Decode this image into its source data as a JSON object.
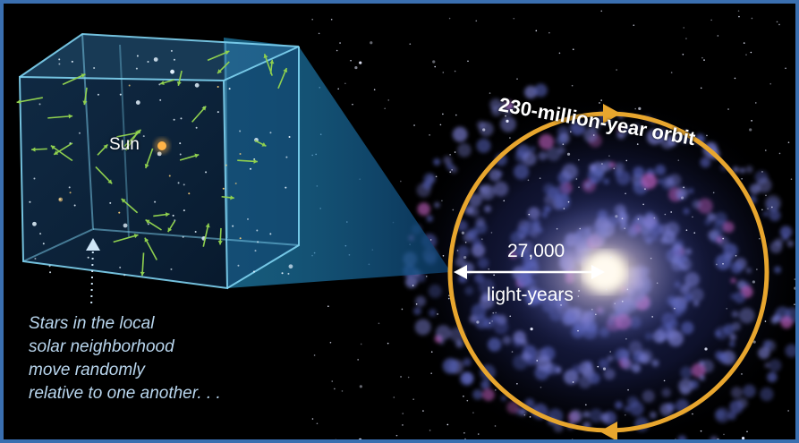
{
  "labels": {
    "orbit": "230-million-year orbit",
    "distance_value": "27,000",
    "distance_unit": "light-years",
    "sun": "Sun",
    "caption_lines": [
      "Stars in the local",
      "solar neighborhood",
      "move randomly",
      "relative to one another. . ."
    ]
  },
  "colors": {
    "border": "#3a6fb0",
    "orbit": "#e8a62e",
    "cube_edge": "#7fd4f2",
    "star_arrow": "#8fd04f",
    "caption_text": "#b9d6ee",
    "galaxy_arm": "#6f72c8",
    "galaxy_core": "#fff3d8"
  },
  "icons": [
    "galaxy-illustration",
    "star-cube",
    "velocity-arrows",
    "sun-dot",
    "distance-arrow",
    "orbit-arrowheads"
  ]
}
